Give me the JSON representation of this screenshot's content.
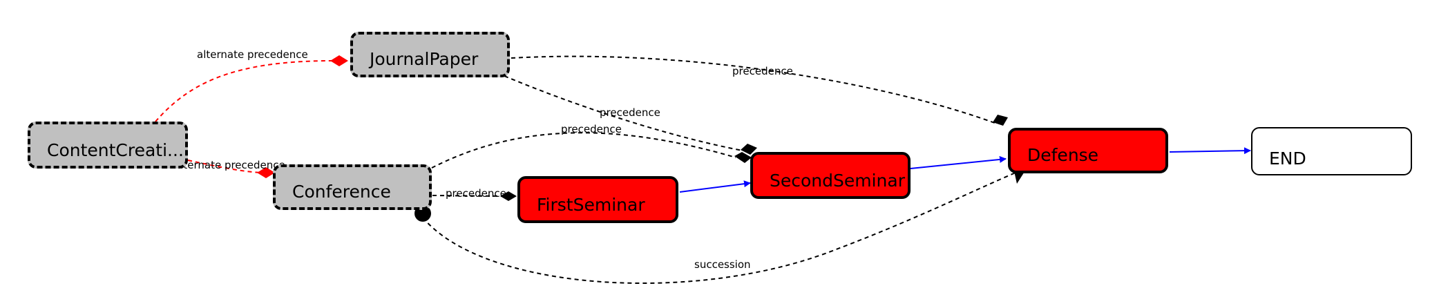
{
  "nodes": {
    "content_creation": "ContentCreati...",
    "journal_paper": "JournalPaper",
    "conference": "Conference",
    "first_seminar": "FirstSeminar",
    "second_seminar": "SecondSeminar",
    "defense": "Defense",
    "end": "END"
  },
  "edges": {
    "alt_prec_journal": "alternate precedence",
    "alt_prec_conference": "alternate precedence",
    "prec_journal_defense": "precedence",
    "prec_journal_second": "precedence",
    "prec_conference_second": "precedence",
    "prec_conference_first": "precedence",
    "succession": "succession"
  },
  "colors": {
    "activity_gray": "#c0c0c0",
    "activity_red": "#ff0000",
    "flow_blue": "#0000ff",
    "alternate_precedence": "#ff0000",
    "constraint": "#000000"
  }
}
